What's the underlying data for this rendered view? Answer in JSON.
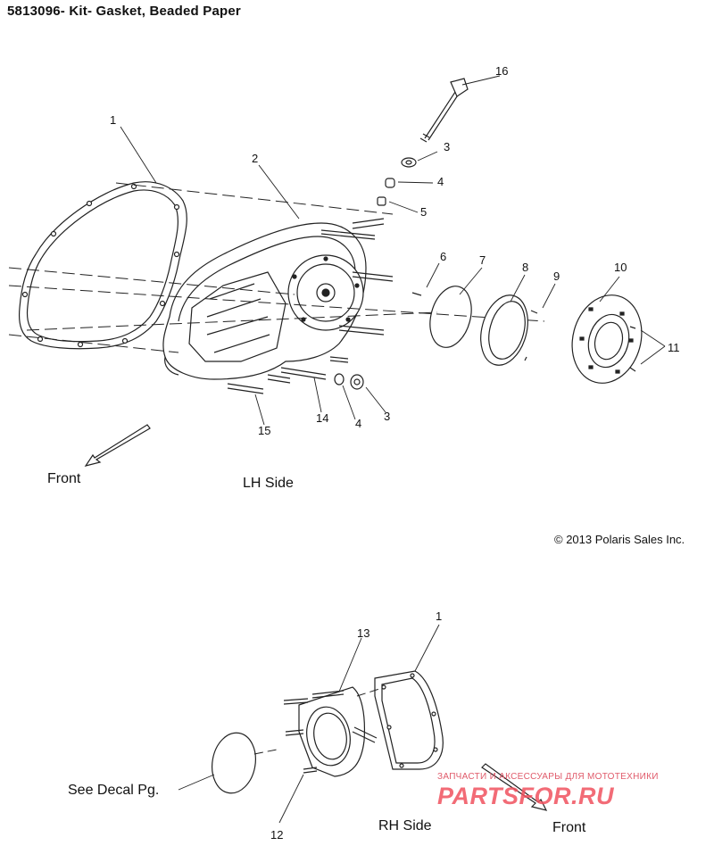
{
  "title": "5813096- Kit- Gasket, Beaded Paper",
  "copyright": "© 2013 Polaris Sales Inc.",
  "lh_view": {
    "caption": "LH Side",
    "front_label": "Front",
    "callouts": {
      "c1": "1",
      "c2": "2",
      "c3a": "3",
      "c3b": "3",
      "c4a": "4",
      "c4b": "4",
      "c5": "5",
      "c6": "6",
      "c7": "7",
      "c8": "8",
      "c9": "9",
      "c10": "10",
      "c11": "11",
      "c14": "14",
      "c15": "15",
      "c16": "16"
    }
  },
  "rh_view": {
    "caption": "RH Side",
    "front_label": "Front",
    "decal_label": "See Decal Pg.",
    "callouts": {
      "c1": "1",
      "c12": "12",
      "c13": "13"
    }
  },
  "watermark": {
    "tagline": "ЗАПЧАСТИ И АКСЕССУАРЫ ДЛЯ МОТОТЕХНИКИ",
    "brand": "PARTSFOR.RU",
    "color": "#f0525f"
  }
}
